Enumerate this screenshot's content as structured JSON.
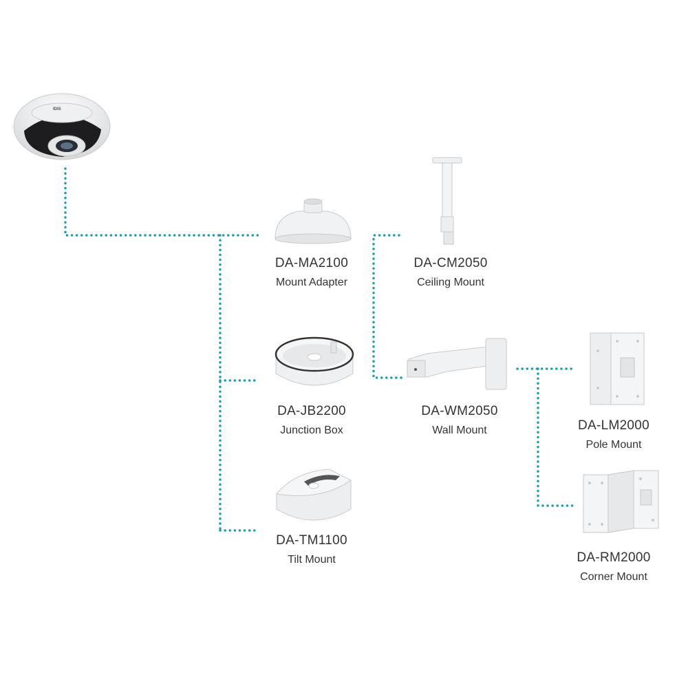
{
  "colors": {
    "connector": "#1f9ea8",
    "text": "#333333"
  },
  "camera": {
    "brand": "IDIS"
  },
  "products": [
    {
      "id": "ma2100",
      "code": "DA-MA2100",
      "name": "Mount Adapter"
    },
    {
      "id": "cm2050",
      "code": "DA-CM2050",
      "name": "Ceiling Mount"
    },
    {
      "id": "jb2200",
      "code": "DA-JB2200",
      "name": "Junction Box"
    },
    {
      "id": "wm2050",
      "code": "DA-WM2050",
      "name": "Wall Mount"
    },
    {
      "id": "lm2000",
      "code": "DA-LM2000",
      "name": "Pole Mount"
    },
    {
      "id": "tm1100",
      "code": "DA-TM1100",
      "name": "Tilt Mount"
    },
    {
      "id": "rm2000",
      "code": "DA-RM2000",
      "name": "Corner Mount"
    }
  ]
}
